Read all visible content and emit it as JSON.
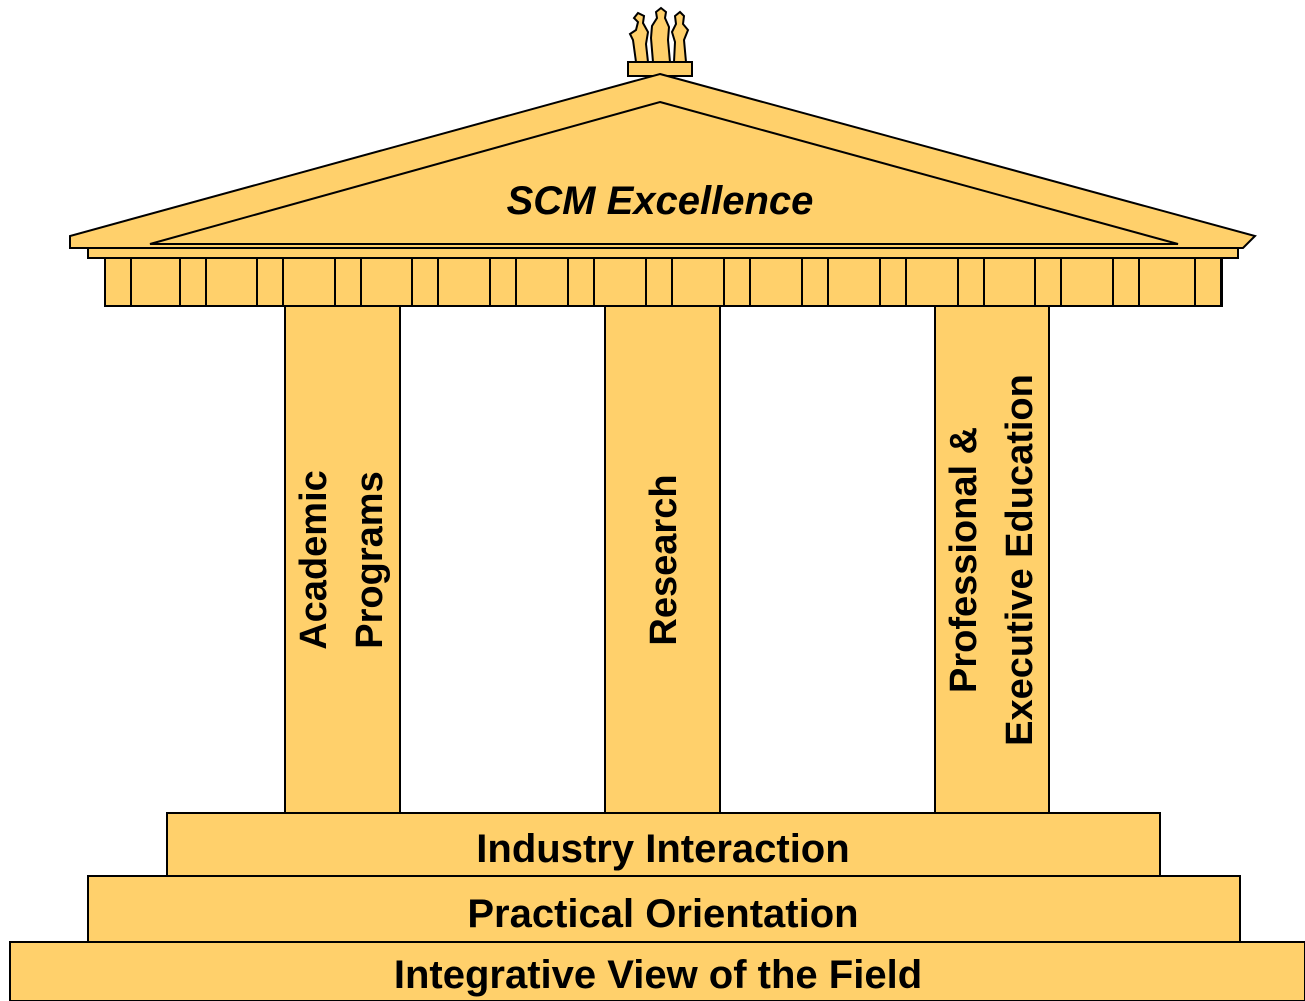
{
  "colors": {
    "fill": "#FFD06B",
    "stroke": "#000000"
  },
  "roof": {
    "title": "SCM Excellence"
  },
  "pillars": [
    {
      "lines": [
        "Academic",
        "Programs"
      ]
    },
    {
      "lines": [
        "Research"
      ]
    },
    {
      "lines": [
        "Professional &",
        "Executive Education"
      ]
    }
  ],
  "steps": [
    {
      "label": "Industry Interaction"
    },
    {
      "label": "Practical Orientation"
    },
    {
      "label": "Integrative View of the Field"
    }
  ],
  "statues": {
    "icon": "statues-icon"
  }
}
